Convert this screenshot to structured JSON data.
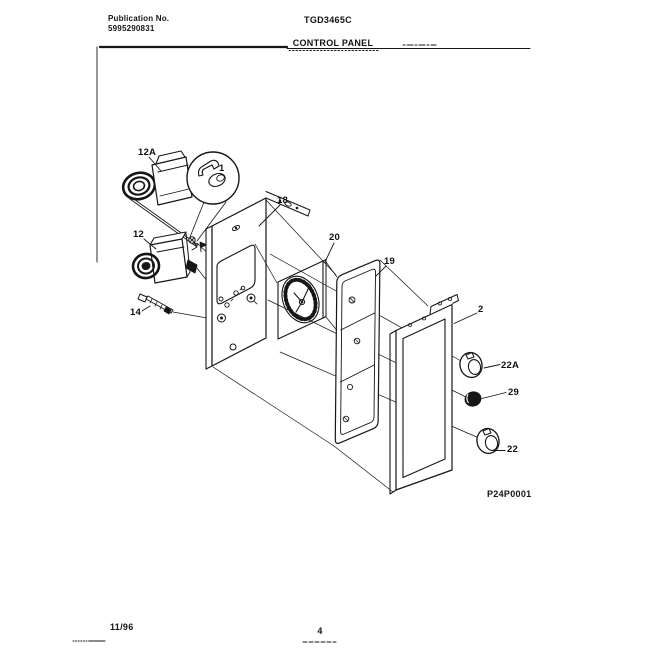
{
  "header": {
    "publication_label": "Publication No.",
    "publication_number": "5995290831",
    "model_number": "TGD3465C",
    "section_title": "CONTROL PANEL"
  },
  "figure": {
    "code": "P24P0001",
    "callouts": {
      "n1": "1",
      "n2": "2",
      "n12": "12",
      "n12a": "12A",
      "n14": "14",
      "n18": "18",
      "n19": "19",
      "n20": "20",
      "n22": "22",
      "n22a": "22A",
      "n29": "29"
    }
  },
  "footer": {
    "revision_date": "11/96",
    "page_number": "4"
  },
  "colors": {
    "ink": "#161616",
    "paper": "#ffffff"
  }
}
